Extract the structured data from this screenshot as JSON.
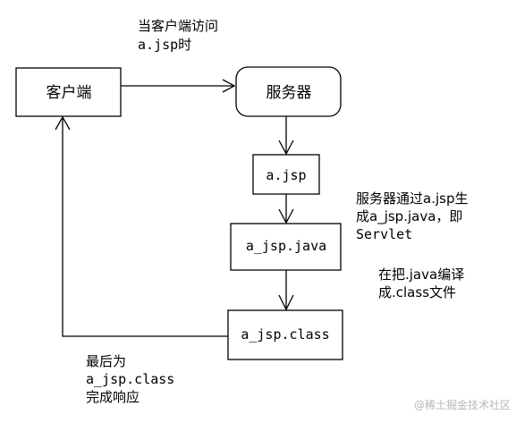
{
  "nodes": {
    "client": "客户端",
    "server": "服务器",
    "jsp": "a.jsp",
    "java": "a_jsp.java",
    "class": "a_jsp.class"
  },
  "annotations": {
    "request": [
      "当客户端访问",
      "a.jsp时"
    ],
    "translate": [
      "服务器通过a.jsp生",
      "成a_jsp.java，即",
      "Servlet"
    ],
    "compile": [
      "在把.java编译",
      "成.class文件"
    ],
    "response": [
      "最后为",
      "a_jsp.class",
      "完成响应"
    ]
  },
  "watermark": "@稀土掘金技术社区",
  "colors": {
    "line": "#000000",
    "background": "#ffffff",
    "watermark": "#b7b7b7"
  }
}
